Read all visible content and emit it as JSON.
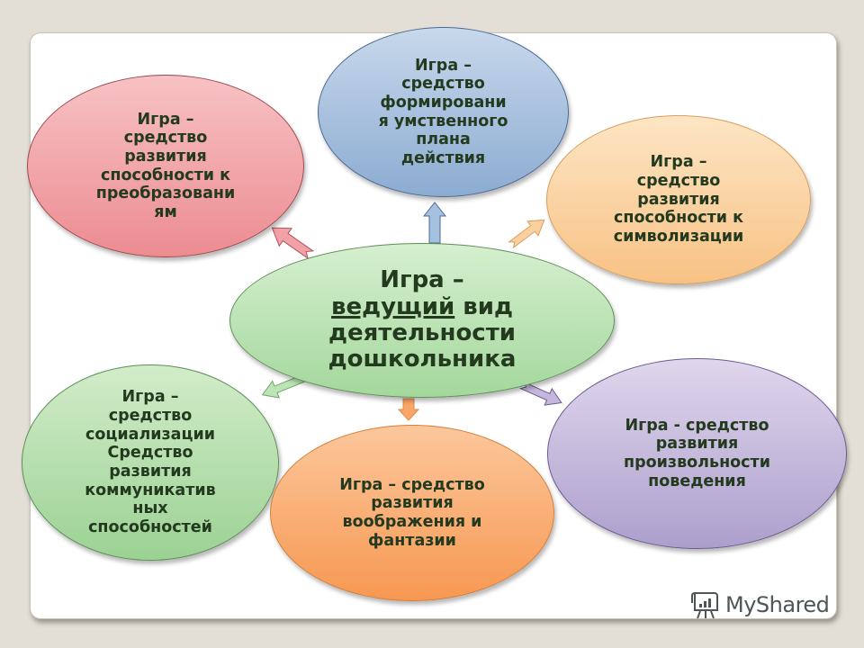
{
  "diagram": {
    "center": {
      "line1": "Игра –",
      "underlined": "ведущий",
      "line2_rest": " вид",
      "line3": "деятельности",
      "line4": "дошкольника",
      "color": "#a4d89c"
    },
    "nodes": [
      {
        "id": "top-left",
        "text": "Игра –\nсредство\nразвития\nспособности к\nпреобразовани\nям",
        "color": "#ec8c91"
      },
      {
        "id": "top",
        "text": "Игра –\nсредство\nформировани\nя умственного\nплана\nдействия",
        "color": "#8cacd2"
      },
      {
        "id": "top-right",
        "text": "Игра –\nсредство\nразвития\nспособности к\nсимволизации",
        "color": "#f8c285"
      },
      {
        "id": "bottom-left",
        "text": "Игра –\nсредство\nсоциализации\nСредство\nразвития\nкоммуникатив\nных\nспособностей",
        "color": "#9cd294"
      },
      {
        "id": "bottom",
        "text": "Игра – средство\nразвития\nвоображения и\nфантазии",
        "color": "#f79852"
      },
      {
        "id": "bottom-right",
        "text": "Игра - средство\nразвития\nпроизвольности\nповедения",
        "color": "#ad9fcd"
      }
    ],
    "arrows": [
      {
        "from": "center",
        "to": "top-left",
        "color": "#ec8c91"
      },
      {
        "from": "center",
        "to": "top",
        "color": "#8cacd2"
      },
      {
        "from": "center",
        "to": "top-right",
        "color": "#f8c285"
      },
      {
        "from": "center",
        "to": "bottom-left",
        "color": "#9cd294"
      },
      {
        "from": "center",
        "to": "bottom",
        "color": "#f79852"
      },
      {
        "from": "center",
        "to": "bottom-right",
        "color": "#ad9fcd"
      }
    ]
  },
  "watermark": {
    "text": "MyShared",
    "icon": "presentation-board-icon"
  }
}
